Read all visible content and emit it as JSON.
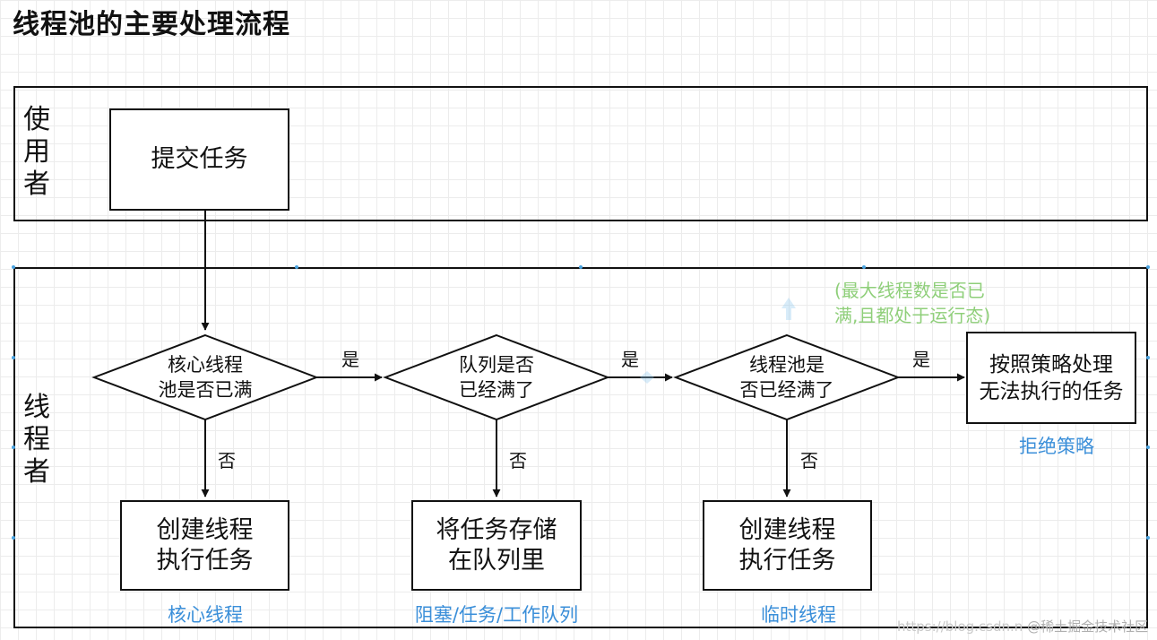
{
  "title": "线程池的主要处理流程",
  "lanes": {
    "user": [
      "使",
      "用",
      "者"
    ],
    "thread": [
      "线",
      "程",
      "者"
    ]
  },
  "boxes": {
    "submit": "提交任务",
    "create_core": [
      "创建线程",
      "执行任务"
    ],
    "store_queue": [
      "将任务存储",
      "在队列里"
    ],
    "create_temp": [
      "创建线程",
      "执行任务"
    ],
    "reject": [
      "按照策略处理",
      "无法执行的任务"
    ]
  },
  "decisions": {
    "core_full": [
      "核心线程",
      "池是否已满"
    ],
    "queue_full": [
      "队列是否",
      "已经满了"
    ],
    "pool_full": [
      "线程池是",
      "否已经满了"
    ]
  },
  "edge_labels": {
    "yes": "是",
    "no": "否"
  },
  "captions": {
    "core": "核心线程",
    "queue": "阻塞/任务/工作队列",
    "temp": "临时线程",
    "reject": "拒绝策略"
  },
  "note": [
    "(最大线程数是否已",
    "满,且都处于运行态)"
  ],
  "watermark": {
    "url": "https://blog.csdn.n",
    "brand": "@稀土掘金技术社区"
  },
  "colors": {
    "caption": "#3b8fd9",
    "note": "#8fcf7a",
    "line": "#111111"
  }
}
